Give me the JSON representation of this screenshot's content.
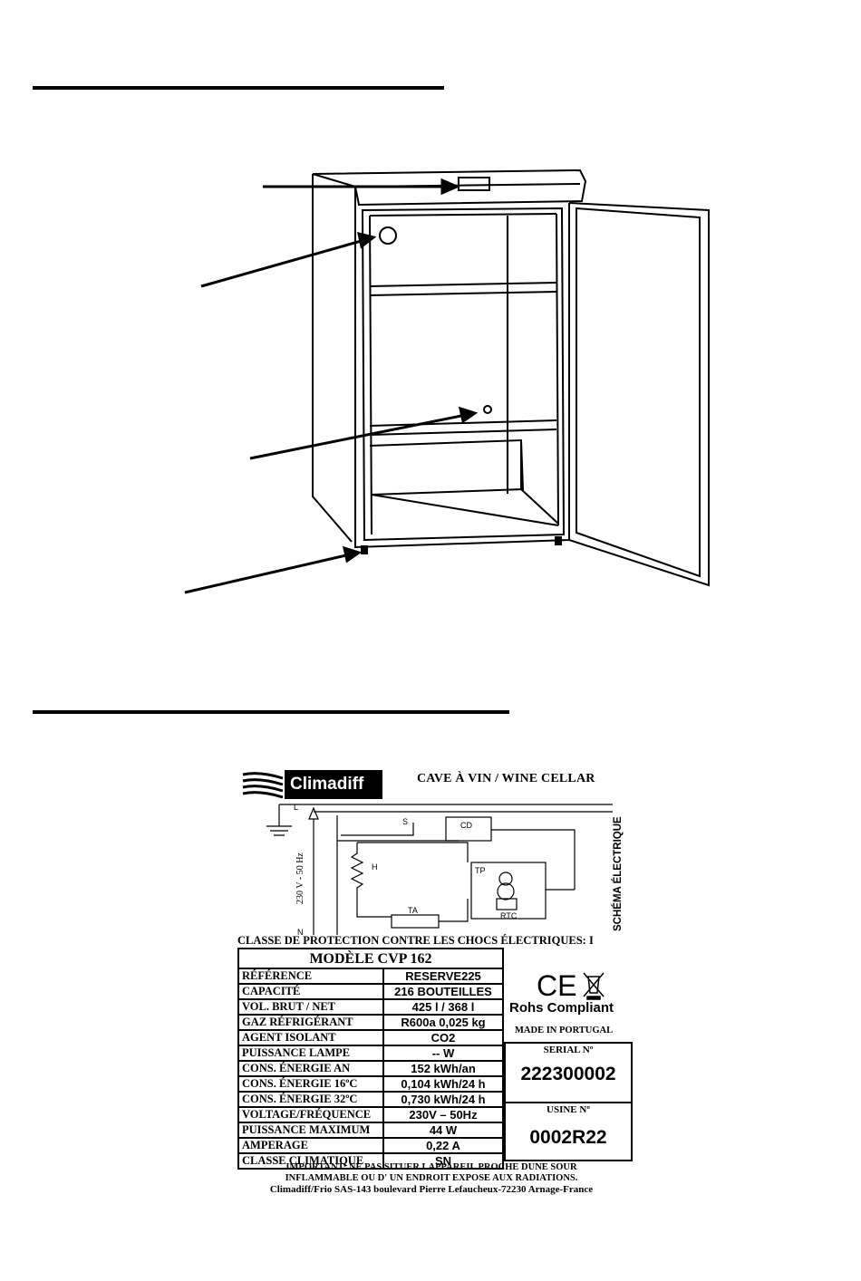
{
  "label": {
    "brand": "Climadiff",
    "product": "CAVE À VIN / WINE CELLAR",
    "schema_title": "SCHÉMA ÉLECTRIQUE",
    "supply_label": "230 V - 50 Hz",
    "diagram_labels": {
      "line": "L",
      "neutral": "N",
      "switch": "S",
      "controller": "CD",
      "thermal_protector": "TP",
      "relay": "RTC",
      "thermostat": "TA",
      "resistor": "H"
    },
    "protection_class": "CLASSE DE PROTECTION CONTRE LES CHOCS ÉLECTRIQUES: I",
    "model": "MODÈLE CVP 162",
    "specs": [
      {
        "label": "RÉFÉRENCE",
        "value": "RESERVE225"
      },
      {
        "label": "CAPACITÉ",
        "value": "216 BOUTEILLES"
      },
      {
        "label": "VOL. BRUT / NET",
        "value": "425 l / 368 l"
      },
      {
        "label": "GAZ RÉFRIGÉRANT",
        "value": "R600a 0,025 kg"
      },
      {
        "label": "AGENT ISOLANT",
        "value": "CO2"
      },
      {
        "label": "PUISSANCE LAMPE",
        "value": "-- W"
      },
      {
        "label": "CONS. ÉNERGIE AN",
        "value": "152 kWh/an"
      },
      {
        "label": "CONS. ÉNERGIE 16ºC",
        "value": "0,104 kWh/24 h"
      },
      {
        "label": "CONS. ÉNERGIE 32ºC",
        "value": "0,730 kWh/24 h"
      },
      {
        "label": "VOLTAGE/FRÉQUENCE",
        "value": "230V – 50Hz"
      },
      {
        "label": "PUISSANCE MAXIMUM",
        "value": "44 W"
      },
      {
        "label": "AMPERAGE",
        "value": "0,22 A"
      },
      {
        "label": "CLASSE CLIMATIQUE",
        "value": "SN"
      }
    ],
    "ce_mark": "CE",
    "rohs": "Rohs Compliant",
    "made_in": "MADE IN PORTUGAL",
    "serial_label": "SERIAL Nº",
    "serial_value": "222300002",
    "usine_label": "USINE Nº",
    "usine_value": "0002R22",
    "important_line1": "IMPORTANT: NE PAS SITUER LAPPAREIL PROCHE DUNE SOUR",
    "important_line2": "INFLAMMABLE OU D' UN ENDROIT EXPOSE AUX RADIATIONS.",
    "address": "Climadiff/Frio SAS-143 boulevard Pierre Lefaucheux-72230 Arnage-France"
  }
}
